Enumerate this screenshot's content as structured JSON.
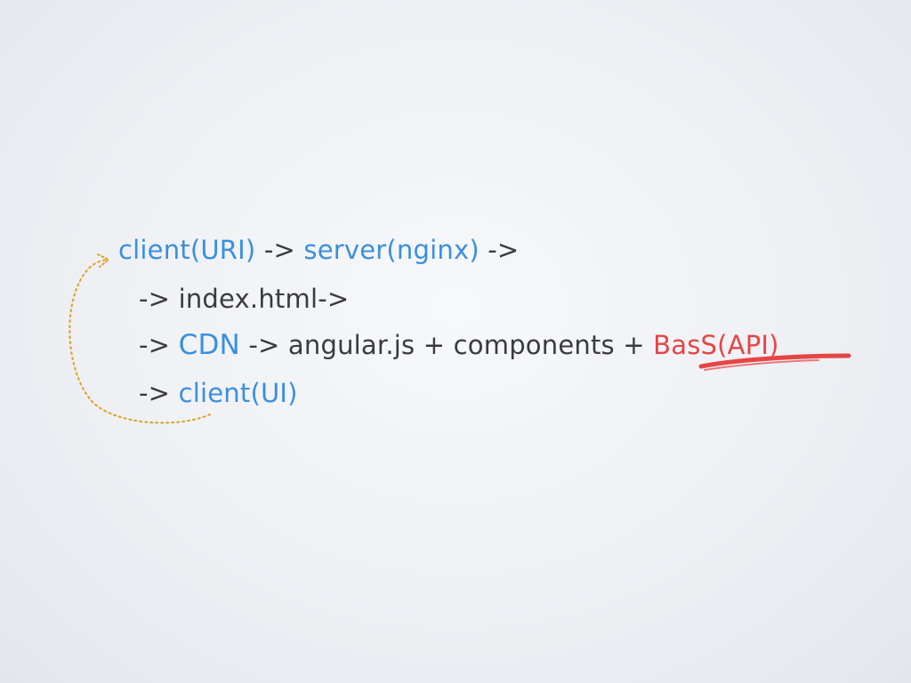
{
  "lines": {
    "l1": {
      "client_uri": "client(URI)",
      "arrow1": " -> ",
      "server": "server(nginx)",
      "arrow2": " ->"
    },
    "l2": {
      "text": "-> index.html->"
    },
    "l3": {
      "arrow1": "-> ",
      "cdn": "CDN",
      "middle": " -> angular.js + components +  ",
      "bass": "BasS(API)"
    },
    "l4": {
      "arrow": "-> ",
      "client_ui": "client(UI)"
    }
  },
  "colors": {
    "blue": "#3a8fe0",
    "red": "#e64545",
    "text": "#3b3b3b",
    "loop_arrow": "#e0a020"
  }
}
